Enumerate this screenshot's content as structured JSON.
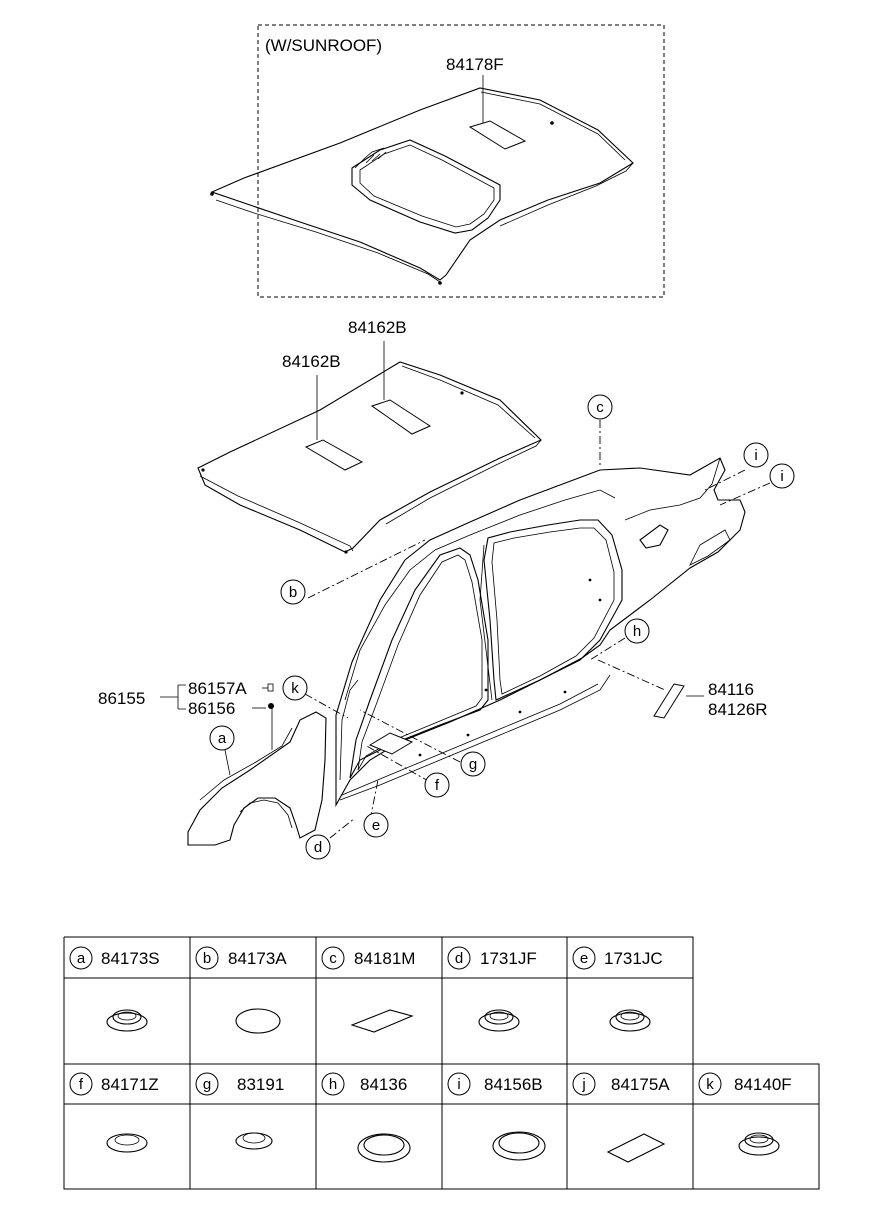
{
  "sunroof_box": {
    "title": "(W/SUNROOF)",
    "part": "84178F"
  },
  "roof": {
    "pad_top": "84162B",
    "pad_left": "84162B"
  },
  "callouts": {
    "a": "a",
    "b": "b",
    "c": "c",
    "d": "d",
    "e": "e",
    "f": "f",
    "g": "g",
    "h": "h",
    "i1": "i",
    "i2": "i",
    "k": "k"
  },
  "fender_parts": {
    "group": "86155",
    "upper": "86157A",
    "lower": "86156"
  },
  "side_panel_parts": {
    "p1": "84116",
    "p2": "84126R"
  },
  "table": {
    "row1": [
      {
        "letter": "a",
        "code": "84173S"
      },
      {
        "letter": "b",
        "code": "84173A"
      },
      {
        "letter": "c",
        "code": "84181M"
      },
      {
        "letter": "d",
        "code": "1731JF"
      },
      {
        "letter": "e",
        "code": "1731JC"
      }
    ],
    "row2": [
      {
        "letter": "f",
        "code": "84171Z"
      },
      {
        "letter": "g",
        "code": "83191"
      },
      {
        "letter": "h",
        "code": "84136"
      },
      {
        "letter": "i",
        "code": "84156B"
      },
      {
        "letter": "j",
        "code": "84175A"
      },
      {
        "letter": "k",
        "code": "84140F"
      }
    ]
  }
}
